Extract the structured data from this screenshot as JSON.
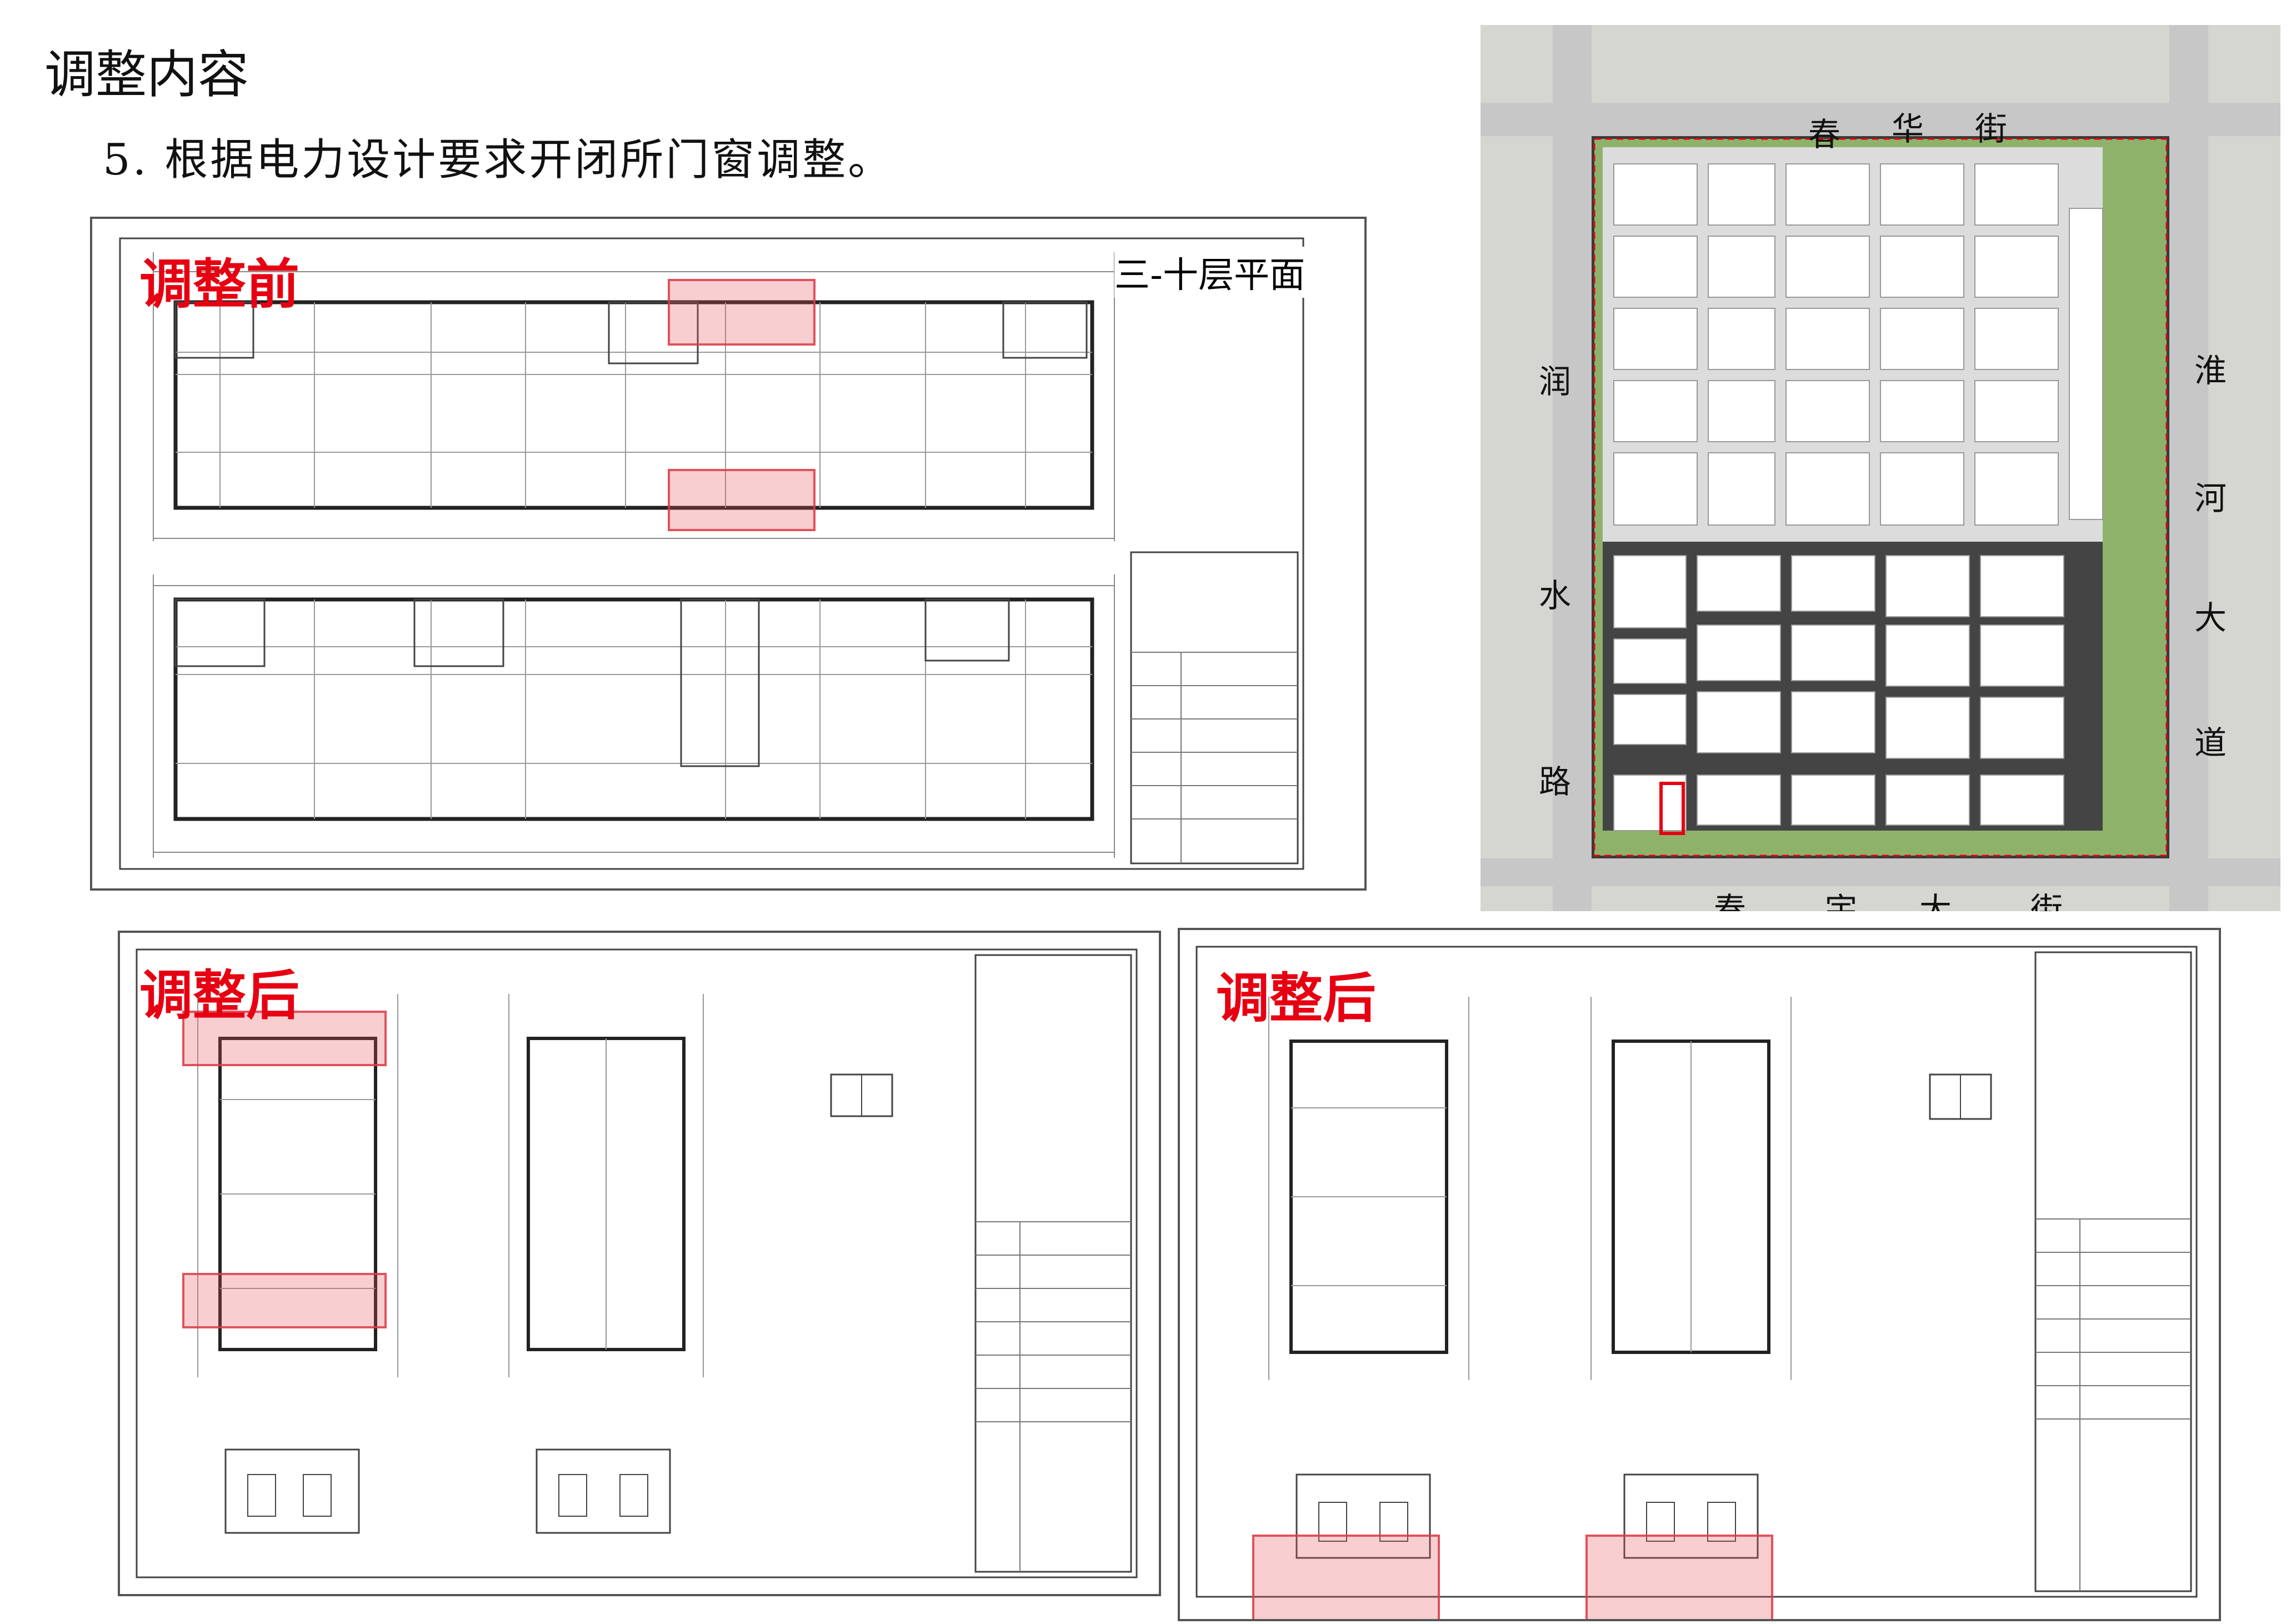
{
  "page": {
    "heading": "调整内容",
    "point": "5. 根据电力设计要求开闭所门窗调整。"
  },
  "panels": {
    "before": {
      "label": "调整前",
      "floor_label": "三-十层平面"
    },
    "after_left": {
      "label": "调整后"
    },
    "after_right": {
      "label": "调整后"
    }
  },
  "site_plan": {
    "north_road": [
      "春",
      "华",
      "街"
    ],
    "south_road": [
      "春",
      "宇",
      "大",
      "街"
    ],
    "west_road": [
      "润",
      "水",
      "路"
    ],
    "east_road": [
      "淮",
      "河",
      "大",
      "道"
    ]
  },
  "colors": {
    "label_red": "#e60012",
    "highlight_fill": "#eb505a",
    "site_green": "#8fb26a",
    "site_road": "#3a3a3a"
  }
}
